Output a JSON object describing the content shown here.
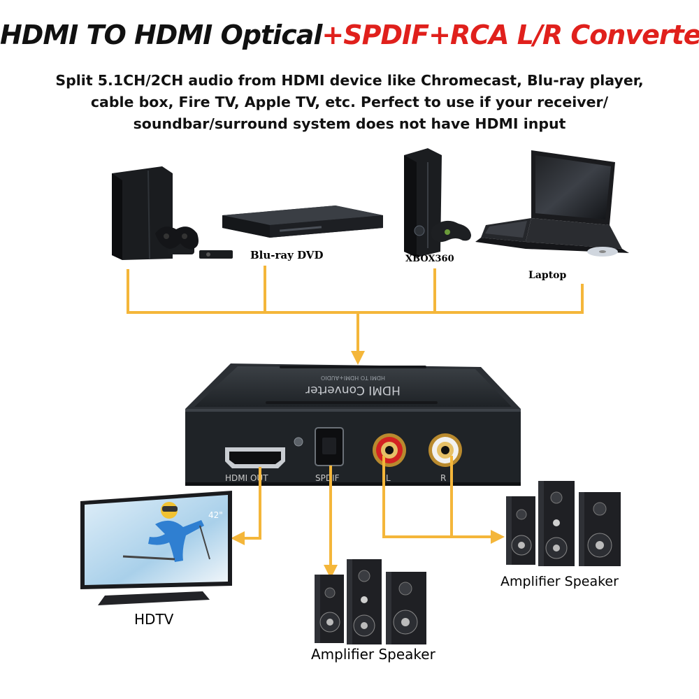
{
  "title": {
    "part1": "HDMI TO HDMI Optical",
    "part2": "+SPDIF+RCA L/R Converter",
    "color_black": "#111111",
    "color_red": "#e0201c"
  },
  "subtitle": {
    "line1": "Split 5.1CH/2CH audio from HDMI device like Chromecast, Blu-ray player,",
    "line2": "cable box, Fire TV, Apple TV, etc. Perfect to use if your receiver/",
    "line3": "soundbar/surround system does not have HDMI input"
  },
  "sources": {
    "bluray_label": "Blu-ray DVD",
    "xbox_label": "XBOX360",
    "laptop_label": "Laptop"
  },
  "device": {
    "top_text": "HDMI Converter",
    "top_small_text": "HDMI TO HDMI+AUDIO",
    "ports": {
      "hdmi_out": "HDMI OUT",
      "spdif": "SPDIF",
      "left": "L",
      "right": "R"
    }
  },
  "outputs": {
    "tv_size": "42\"",
    "hdtv_label": "HDTV",
    "speaker1_label": "Amplifier Speaker",
    "speaker2_label": "Amplifier Speaker"
  },
  "colors": {
    "connector": "#f4b63a",
    "device_body": "#2f3337"
  }
}
